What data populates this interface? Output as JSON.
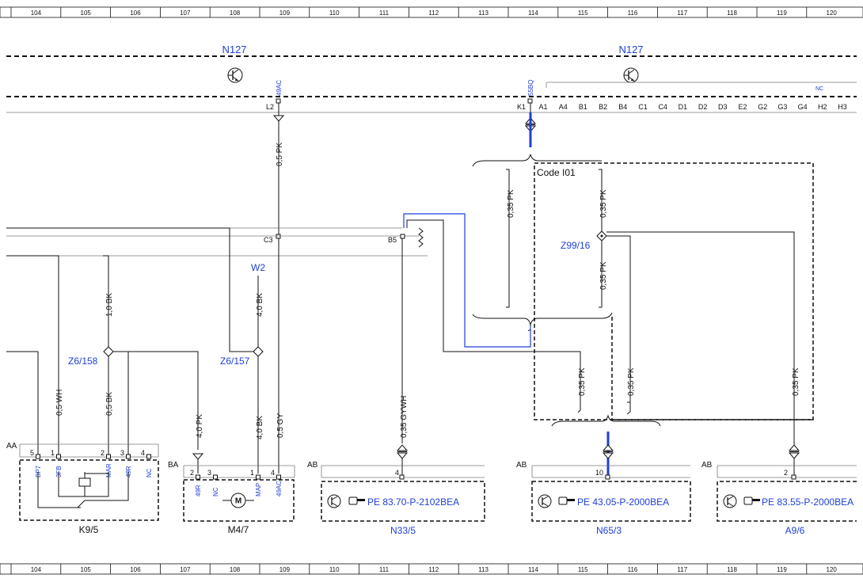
{
  "grid": {
    "numbers": [
      "104",
      "105",
      "106",
      "107",
      "108",
      "109",
      "110",
      "111",
      "112",
      "113",
      "114",
      "115",
      "116",
      "117",
      "118",
      "119",
      "120"
    ]
  },
  "modules": {
    "left": "N127",
    "right": "N127"
  },
  "top_pins": {
    "pin_49ac": "49AC",
    "pin_55bq": "55BQ",
    "nc": "NC",
    "l2": "L2",
    "k1": "K1",
    "connectors": [
      "A1",
      "A4",
      "B1",
      "B2",
      "B4",
      "C1",
      "C4",
      "D1",
      "D2",
      "D3",
      "E2",
      "G2",
      "G3",
      "G4",
      "H2",
      "H3"
    ]
  },
  "wires": {
    "pk_05_top": "0,5 PK",
    "pk_035_a": "0,35 PK",
    "pk_035_b": "0,35 PK",
    "pk_035_c": "0,35 PK",
    "bk_10": "1,0 BK",
    "bk_40_top": "4,0 BK",
    "wh_05": "0,5 WH",
    "bk_05": "0,5 BK",
    "pk_40": "4,0 PK",
    "bk_40": "4,0 BK",
    "gy_05": "0,5 GY",
    "gywh_035": "0,35 GYWH",
    "pk_035_d": "0,35 PK",
    "pk_035_e": "0,35 PK",
    "pk_035_f": "0,35 PK"
  },
  "code_block": "Code I01",
  "splices": {
    "z99": "Z99/16",
    "z6_158": "Z6/158",
    "z6_157": "Z6/157",
    "w2": "W2"
  },
  "mid_pins": {
    "c3": "C3",
    "b5": "B5"
  },
  "components": {
    "k9": {
      "header": "AA",
      "name": "K9/5",
      "pins": [
        "5",
        "1",
        "2",
        "3",
        "4"
      ],
      "labels": [
        "BP7",
        "3FB",
        "MAR",
        "49R",
        "NC"
      ]
    },
    "m4": {
      "header": "BA",
      "name": "M4/7",
      "pins": [
        "2",
        "3",
        "1",
        "4"
      ],
      "labels": [
        "49R",
        "NC",
        "MAP",
        "49AC"
      ]
    },
    "n33": {
      "header": "AB",
      "name": "N33/5",
      "pin": "4",
      "ref": "PE 83.70-P-2102BEA"
    },
    "n65": {
      "header": "AB",
      "name": "N65/3",
      "pin": "10",
      "ref": "PE 43.05-P-2000BEA"
    },
    "a9": {
      "header": "AB",
      "name": "A9/6",
      "pin": "2",
      "ref": "PE 83.55-P-2000BEA"
    }
  },
  "colors": {
    "link_blue": "#1f3fd6",
    "wire": "#111111"
  }
}
